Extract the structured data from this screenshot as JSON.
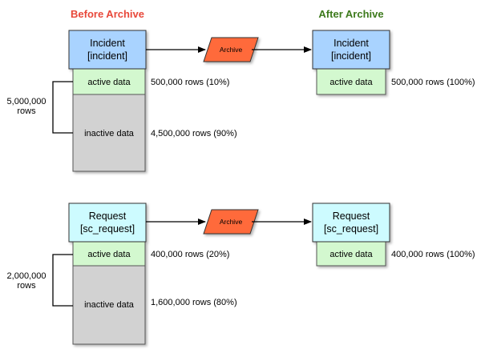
{
  "headers": {
    "before": "Before Archive",
    "after": "After Archive",
    "before_color": "#e8483a",
    "after_color": "#3d7a1c"
  },
  "colors": {
    "incident_fill": "#a9d3ff",
    "request_fill": "#cdfbff",
    "active_fill": "#d3f8cf",
    "inactive_fill": "#d2d2d2",
    "archive_fill": "#ff6b3a"
  },
  "incident": {
    "before_name": "Incident",
    "before_table": "[incident]",
    "active_label": "active data",
    "inactive_label": "inactive data",
    "active_rows": "500,000 rows (10%)",
    "inactive_rows": "4,500,000 rows (90%)",
    "total_rows": "5,000,000",
    "total_unit": "rows",
    "archive_label": "Archive",
    "after_name": "Incident",
    "after_table": "[incident]",
    "after_active_label": "active data",
    "after_active_rows": "500,000 rows (100%)"
  },
  "request": {
    "before_name": "Request",
    "before_table": "[sc_request]",
    "active_label": "active data",
    "inactive_label": "inactive data",
    "active_rows": "400,000 rows (20%)",
    "inactive_rows": "1,600,000 rows (80%)",
    "total_rows": "2,000,000",
    "total_unit": "rows",
    "archive_label": "Archive",
    "after_name": "Request",
    "after_table": "[sc_request]",
    "after_active_label": "active data",
    "after_active_rows": "400,000 rows (100%)"
  }
}
